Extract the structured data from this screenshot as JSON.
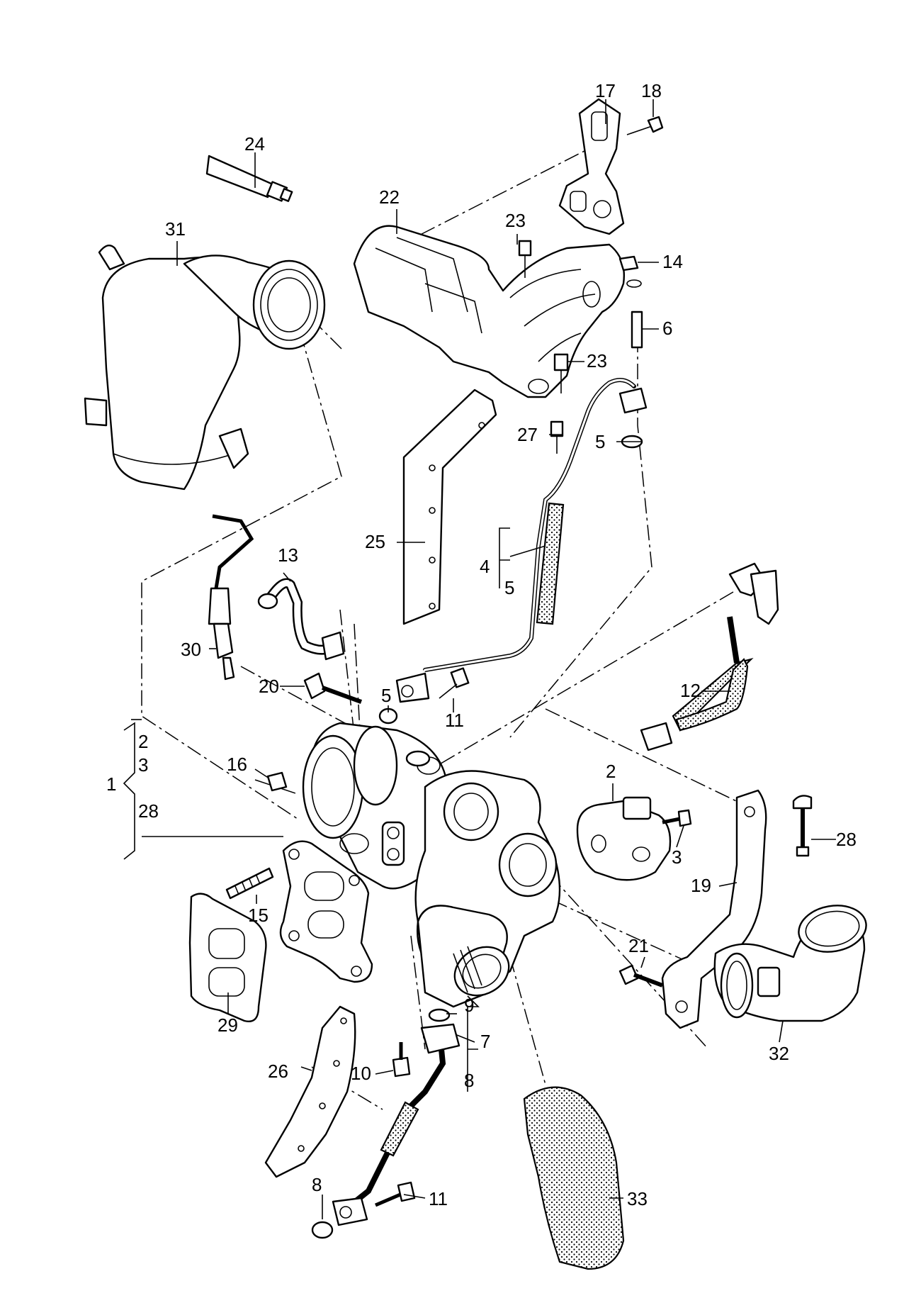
{
  "diagram": {
    "callouts": [
      {
        "id": "c1",
        "text": "1"
      },
      {
        "id": "c2a",
        "text": "2"
      },
      {
        "id": "c3a",
        "text": "3"
      },
      {
        "id": "c28a",
        "text": "28"
      },
      {
        "id": "c2b",
        "text": "2"
      },
      {
        "id": "c3b",
        "text": "3"
      },
      {
        "id": "c4",
        "text": "4"
      },
      {
        "id": "c5a",
        "text": "5"
      },
      {
        "id": "c5b",
        "text": "5"
      },
      {
        "id": "c5c",
        "text": "5"
      },
      {
        "id": "c6",
        "text": "6"
      },
      {
        "id": "c7",
        "text": "7"
      },
      {
        "id": "c8a",
        "text": "8"
      },
      {
        "id": "c8b",
        "text": "8"
      },
      {
        "id": "c9",
        "text": "9"
      },
      {
        "id": "c10",
        "text": "10"
      },
      {
        "id": "c11a",
        "text": "11"
      },
      {
        "id": "c11b",
        "text": "11"
      },
      {
        "id": "c12",
        "text": "12"
      },
      {
        "id": "c13",
        "text": "13"
      },
      {
        "id": "c14",
        "text": "14"
      },
      {
        "id": "c15",
        "text": "15"
      },
      {
        "id": "c16",
        "text": "16"
      },
      {
        "id": "c17",
        "text": "17"
      },
      {
        "id": "c18",
        "text": "18"
      },
      {
        "id": "c19",
        "text": "19"
      },
      {
        "id": "c20",
        "text": "20"
      },
      {
        "id": "c21",
        "text": "21"
      },
      {
        "id": "c22",
        "text": "22"
      },
      {
        "id": "c23a",
        "text": "23"
      },
      {
        "id": "c23b",
        "text": "23"
      },
      {
        "id": "c24",
        "text": "24"
      },
      {
        "id": "c25",
        "text": "25"
      },
      {
        "id": "c26",
        "text": "26"
      },
      {
        "id": "c27",
        "text": "27"
      },
      {
        "id": "c28b",
        "text": "28"
      },
      {
        "id": "c29",
        "text": "29"
      },
      {
        "id": "c30",
        "text": "30"
      },
      {
        "id": "c31",
        "text": "31"
      },
      {
        "id": "c32",
        "text": "32"
      },
      {
        "id": "c33",
        "text": "33"
      }
    ]
  }
}
